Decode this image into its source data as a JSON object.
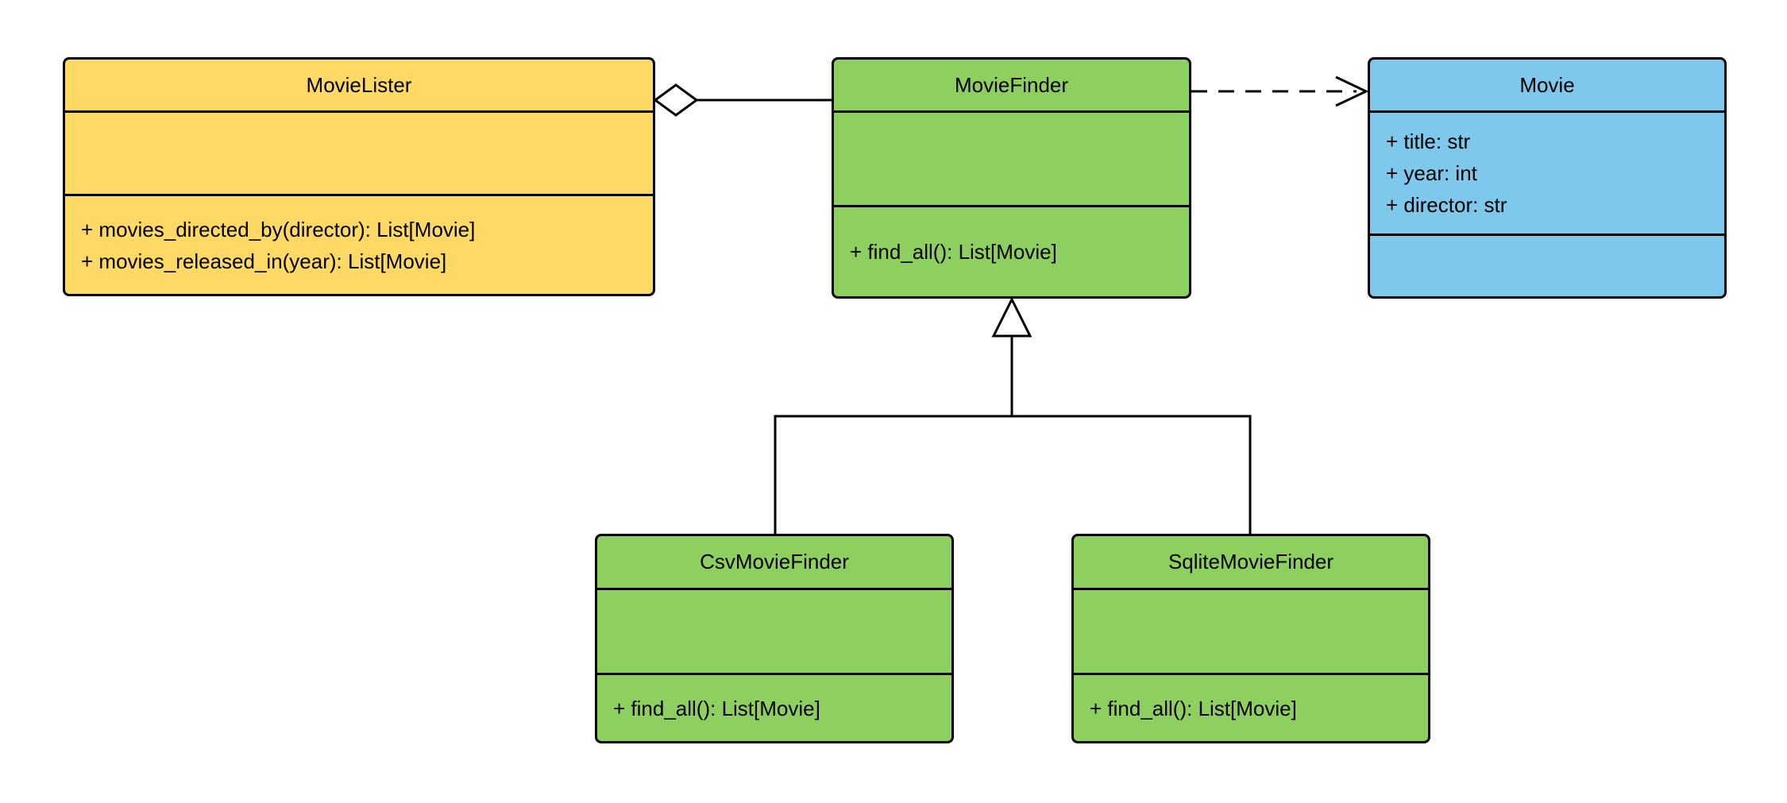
{
  "diagram": {
    "kind": "uml-class-diagram",
    "background": "#FFFFFF",
    "stroke_color": "#000000",
    "classes": [
      {
        "name": "MovieLister",
        "fill": "#FFD966",
        "attributes": [],
        "methods": [
          "+ movies_directed_by(director): List[Movie]",
          "+ movies_released_in(year): List[Movie]"
        ]
      },
      {
        "name": "MovieFinder",
        "fill": "#8DD05F",
        "attributes": [],
        "methods": [
          "+ find_all(): List[Movie]"
        ]
      },
      {
        "name": "Movie",
        "fill": "#7EC8EC",
        "attributes": [
          "+ title: str",
          "+ year: int",
          "+ director: str"
        ],
        "methods": []
      },
      {
        "name": "CsvMovieFinder",
        "fill": "#8DD05F",
        "attributes": [],
        "methods": [
          "+ find_all(): List[Movie]"
        ]
      },
      {
        "name": "SqliteMovieFinder",
        "fill": "#8DD05F",
        "attributes": [],
        "methods": [
          "+ find_all(): List[Movie]"
        ]
      }
    ],
    "relationships": [
      {
        "from": "MovieLister",
        "to": "MovieFinder",
        "type": "aggregation",
        "marker": "hollow-diamond-at-MovieLister"
      },
      {
        "from": "MovieFinder",
        "to": "Movie",
        "type": "dependency",
        "marker": "dashed-open-arrow-at-Movie"
      },
      {
        "from": "CsvMovieFinder",
        "to": "MovieFinder",
        "type": "inheritance",
        "marker": "hollow-triangle-at-MovieFinder"
      },
      {
        "from": "SqliteMovieFinder",
        "to": "MovieFinder",
        "type": "inheritance",
        "marker": "hollow-triangle-at-MovieFinder"
      }
    ]
  }
}
